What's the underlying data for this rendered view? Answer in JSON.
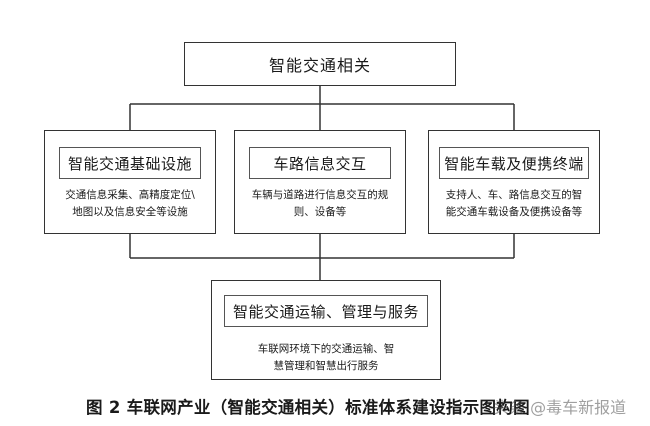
{
  "diagram": {
    "root": {
      "label": "智能交通相关"
    },
    "categories": [
      {
        "label": "智能交通基础设施",
        "desc_lines": [
          "交通信息采集、高精度定位\\",
          "地图以及信息安全等设施"
        ]
      },
      {
        "label": "车路信息交互",
        "desc_lines": [
          "车辆与道路进行信息交互的规",
          "则、设备等"
        ]
      },
      {
        "label": "智能车载及便携终端",
        "desc_lines": [
          "支持人、车、路信息交互的智",
          "能交通车载设备及便携设备等"
        ]
      }
    ],
    "bottom": {
      "label": "智能交通运输、管理与服务",
      "desc_lines": [
        "车联网环境下的交通运输、智",
        "慧管理和智慧出行服务"
      ]
    }
  },
  "caption": "图 2 车联网产业（智能交通相关）标准体系建设指示图构图",
  "watermark": "头条 @毒车新报道"
}
